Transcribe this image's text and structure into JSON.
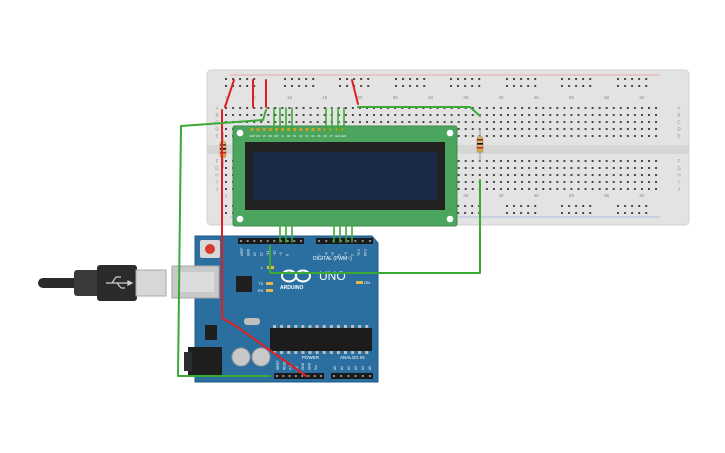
{
  "breadboard": {
    "column_numbers": [
      "1",
      "5",
      "10",
      "15",
      "20",
      "25",
      "30",
      "35",
      "40",
      "45",
      "50",
      "55",
      "60"
    ],
    "row_letters_top": [
      "A",
      "B",
      "C",
      "D",
      "E"
    ],
    "row_letters_bottom": [
      "F",
      "G",
      "H",
      "I",
      "J"
    ]
  },
  "lcd": {
    "pin_count": 16,
    "pin_labels": [
      "GND",
      "VCC",
      "V0",
      "RS",
      "RW",
      "E",
      "D0",
      "D1",
      "D2",
      "D3",
      "D4",
      "D5",
      "D6",
      "D7",
      "LED",
      "LED"
    ]
  },
  "arduino": {
    "digital_label": "DIGITAL (PWM~)",
    "brand": "ARDUINO",
    "model": "UNO",
    "power_label": "POWER",
    "analog_label": "ANALOG IN",
    "led_l": "L",
    "led_tx": "TX",
    "led_rx": "RX",
    "led_on": "ON",
    "aref_label": "AREF",
    "gnd_label": "GND",
    "digital_pins": [
      "13",
      "12",
      "~11",
      "~10",
      "~9",
      "8",
      "7",
      "~6",
      "~5",
      "4",
      "~3",
      "2",
      "TX 1",
      "RX 0"
    ],
    "power_pins": [
      "IOREF",
      "RESET",
      "3.3V",
      "5V",
      "GND",
      "GND",
      "Vin"
    ],
    "analog_pins": [
      "A0",
      "A1",
      "A2",
      "A3",
      "A4",
      "A5"
    ]
  },
  "colors": {
    "breadboard": "#e3e3e3",
    "board": "#2a6f9f",
    "lcd_pcb": "#4ca55f",
    "lcd_screen": "#1c2a4a",
    "wire_green": "#3aaa35",
    "wire_red": "#e02020",
    "usb": "#2b2b2b"
  }
}
